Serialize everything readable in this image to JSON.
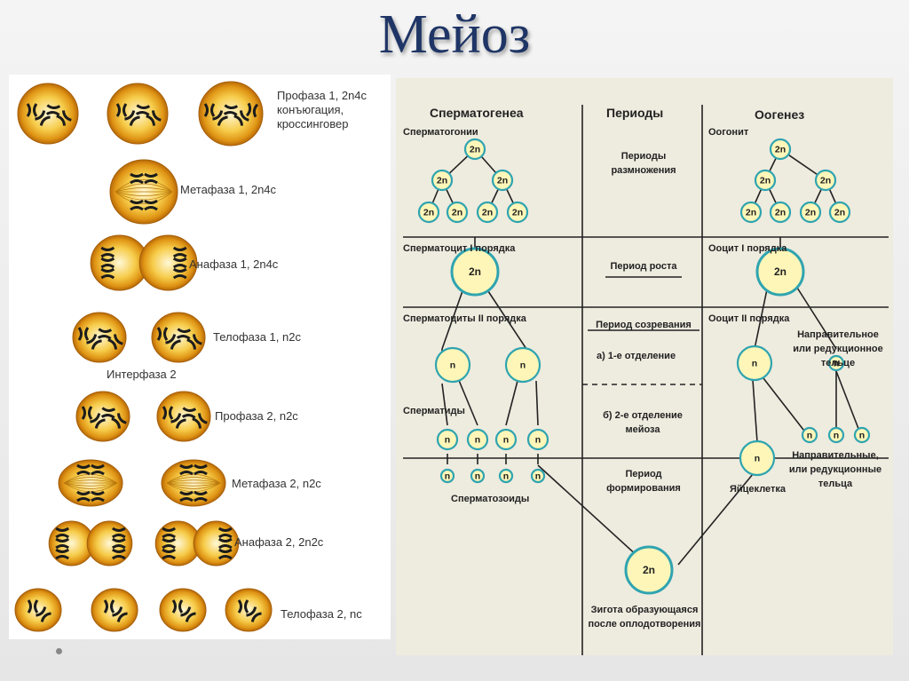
{
  "title": "Мейоз",
  "meiosis_stages": {
    "prophase1": "Профаза 1, 2n4c\nконъюгация,\nкроссинговер",
    "metaphase1": "Метафаза 1, 2n4c",
    "anaphase1": "Анафаза 1, 2n4c",
    "telophase1": "Телофаза 1, n2c",
    "interphase2": "Интерфаза 2",
    "prophase2": "Профаза 2, n2c",
    "metaphase2": "Метафаза 2, n2c",
    "anaphase2": "Анафаза 2, 2n2c",
    "telophase2": "Телофаза 2, nc"
  },
  "gametogenesis": {
    "headers": {
      "spermatogenesis": "Сперматогенеа",
      "periods": "Периоды",
      "oogenesis": "Оогенез"
    },
    "left_labels": {
      "spermatogonia": "Сперматогонии",
      "spermatocyte1": "Сперматоцит I порядка",
      "spermatocytes2": "Сперматоциты II порядка",
      "spermatids": "Сперматиды",
      "spermatozoa": "Сперматозоиды"
    },
    "period_labels": {
      "reproduction": "Периоды\nразмножения",
      "growth": "Период роста",
      "maturation": "Период созревания",
      "division1": "а) 1-е отделение",
      "division2": "б) 2-е отделение\nмейоза",
      "formation": "Период\nформирования"
    },
    "right_labels": {
      "oogonium": "Оогонит",
      "oocyte1": "Ооцит I порядка",
      "oocyte2": "Ооцит II порядка",
      "polar_body": "Направительное\nили редукционное\nтельце",
      "polar_bodies": "Направительные,\nили редукционные\nтельца",
      "egg": "Яйцеклетка"
    },
    "cell_labels": {
      "diploid": "2n",
      "haploid": "n"
    },
    "zygote_label": "Зигота образующаяся\nпосле оплодотворения"
  },
  "colors": {
    "title": "#1f3566",
    "cell_ring": "#2fa4b0",
    "cell_fill": "#fdf6b8",
    "diagram_bg": "#eeebdf"
  }
}
